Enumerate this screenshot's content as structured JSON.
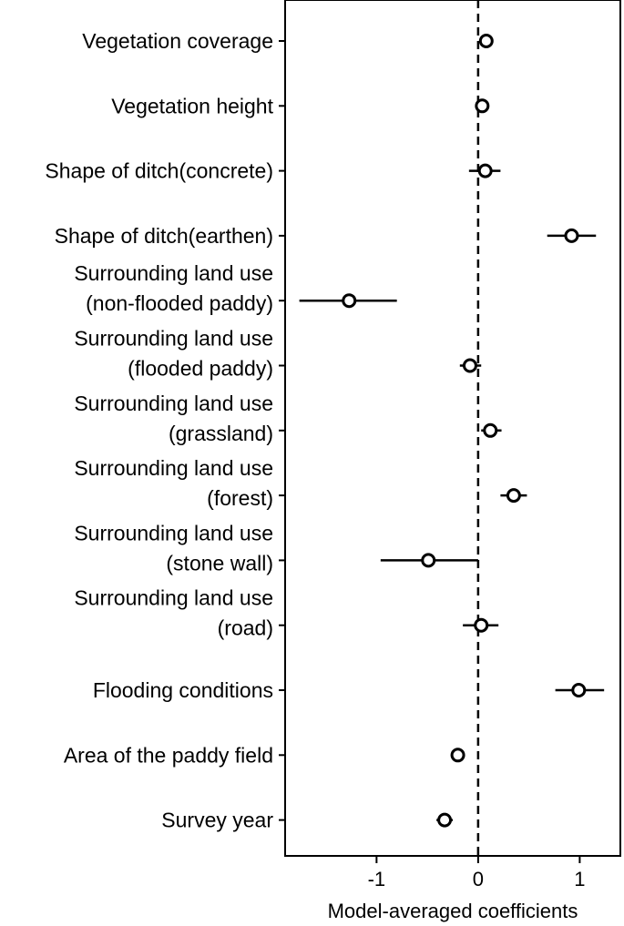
{
  "chart_data": {
    "type": "scatter",
    "subtype": "coefficient-plot",
    "title": "",
    "xlabel": "Model-averaged coefficients",
    "ylabel": "",
    "xlim": [
      -1.9,
      1.4
    ],
    "xticks": [
      -1,
      0,
      1
    ],
    "xtick_labels": [
      "-1",
      "0",
      "1"
    ],
    "reference_line": {
      "x": 0,
      "style": "dashed"
    },
    "grid": false,
    "legend": "none",
    "categories": [
      {
        "lines": [
          "Vegetation coverage"
        ]
      },
      {
        "lines": [
          "Vegetation height"
        ]
      },
      {
        "lines": [
          "Shape of ditch(concrete)"
        ]
      },
      {
        "lines": [
          "Shape of ditch(earthen)"
        ]
      },
      {
        "lines": [
          "Surrounding land use",
          "(non-flooded paddy)"
        ]
      },
      {
        "lines": [
          "Surrounding land use",
          "(flooded paddy)"
        ]
      },
      {
        "lines": [
          "Surrounding land use",
          "(grassland)"
        ]
      },
      {
        "lines": [
          "Surrounding land use",
          "(forest)"
        ]
      },
      {
        "lines": [
          "Surrounding land use",
          "(stone wall)"
        ]
      },
      {
        "lines": [
          "Surrounding land use",
          "(road)"
        ]
      },
      {
        "lines": [
          "Flooding conditions"
        ]
      },
      {
        "lines": [
          "Area of the paddy field"
        ]
      },
      {
        "lines": [
          "Survey year"
        ]
      }
    ],
    "estimates": [
      0.08,
      0.04,
      0.07,
      0.92,
      -1.27,
      -0.08,
      0.12,
      0.35,
      -0.49,
      0.03,
      0.99,
      -0.2,
      -0.33
    ],
    "lower": [
      0.04,
      0.0,
      -0.09,
      0.68,
      -1.76,
      -0.18,
      0.03,
      0.22,
      -0.96,
      -0.15,
      0.76,
      -0.25,
      -0.41
    ],
    "upper": [
      0.11,
      0.07,
      0.22,
      1.16,
      -0.8,
      0.03,
      0.23,
      0.48,
      0.0,
      0.2,
      1.24,
      -0.15,
      -0.25
    ]
  }
}
